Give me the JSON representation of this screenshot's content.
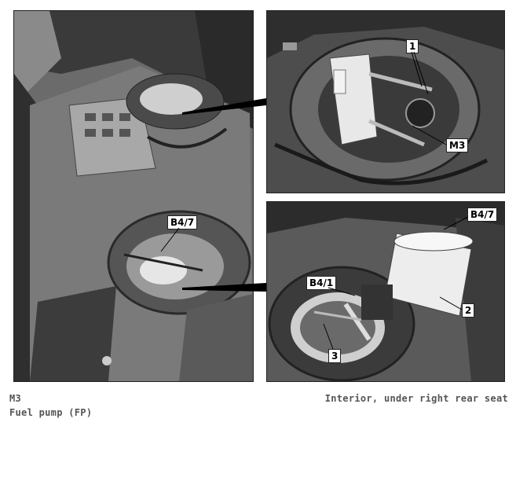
{
  "figure": {
    "callouts": {
      "main_b47": "B4/7",
      "top_1": "1",
      "top_m3": "M3",
      "bottom_b47": "B4/7",
      "bottom_b41": "B4/1",
      "bottom_2": "2",
      "bottom_3": "3"
    }
  },
  "caption": {
    "component_code": "M3",
    "component_name": "Fuel pump (FP)",
    "location": "Interior, under right rear seat"
  }
}
